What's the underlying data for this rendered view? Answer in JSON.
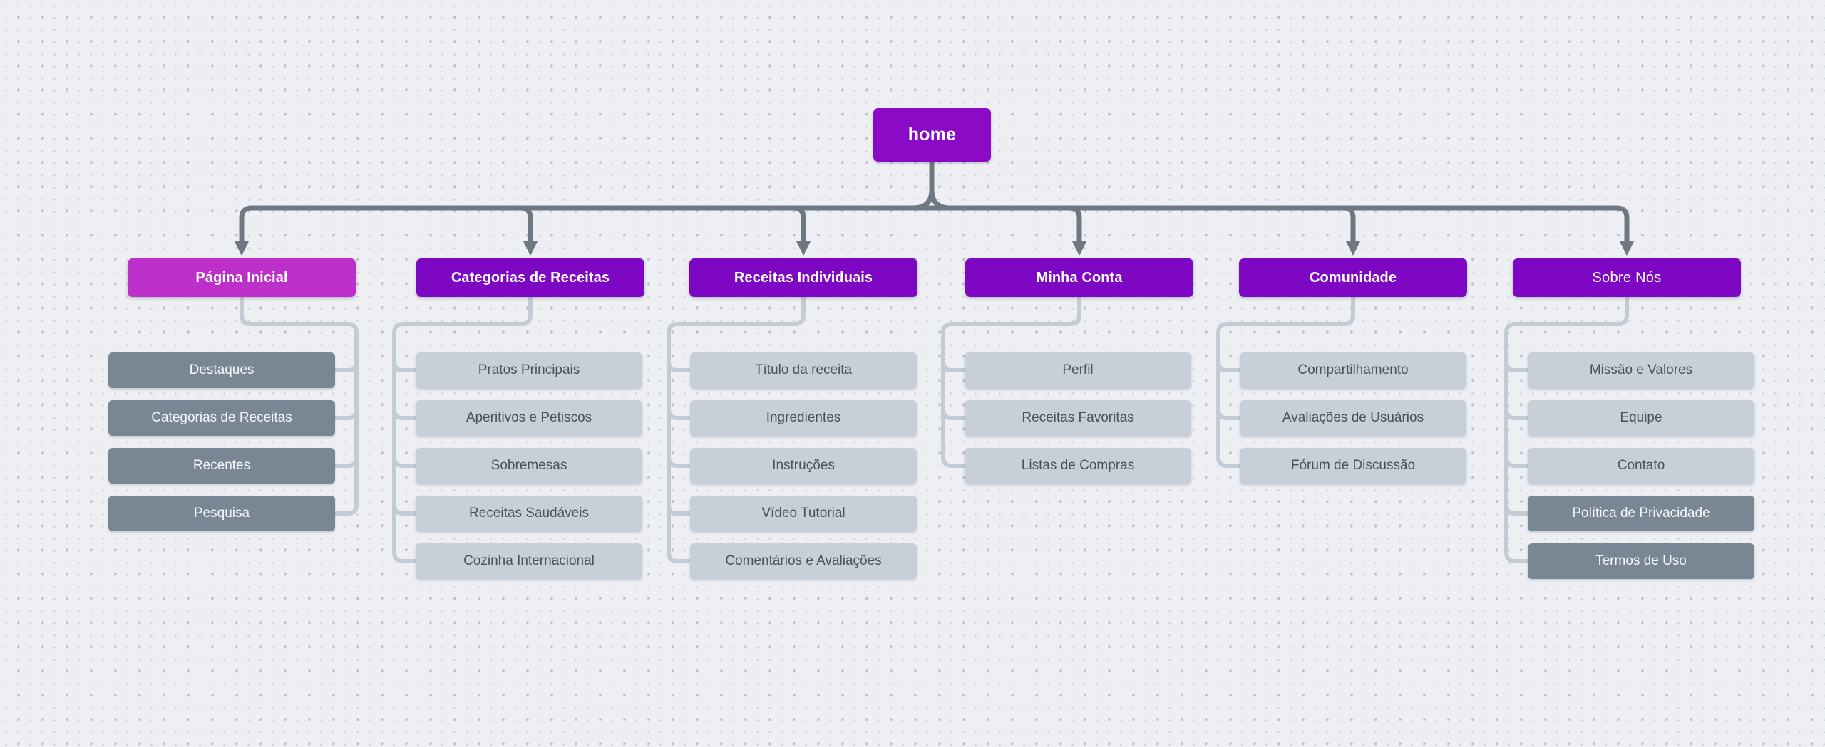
{
  "diagram": {
    "background": {
      "color": "#edeff2",
      "dot_color_small": "#ccd2da",
      "dot_color_large": "#bac2cd"
    },
    "colors": {
      "root_fill": "#8a0ac6",
      "header_fill": "#7d07c3",
      "highlight_header_fill": "#bd2fc9",
      "dark_item_fill": "#798795",
      "light_item_fill": "#c7cfd8",
      "item_text": "#46535f",
      "node_text": "#ffffff",
      "connector_dark": "#6e7883",
      "connector_light": "#c3ccd5"
    },
    "root": {
      "label": "home"
    },
    "branches": [
      {
        "label": "Página Inicial",
        "header_style": "magenta",
        "emphasis": "bold",
        "children": [
          {
            "label": "Destaques",
            "style": "dark"
          },
          {
            "label": "Categorias de Receitas",
            "style": "dark"
          },
          {
            "label": "Recentes",
            "style": "dark"
          },
          {
            "label": "Pesquisa",
            "style": "dark"
          }
        ]
      },
      {
        "label": "Categorias de Receitas",
        "header_style": "purple",
        "emphasis": "bold",
        "children": [
          {
            "label": "Pratos Principais",
            "style": "light"
          },
          {
            "label": "Aperitivos e Petiscos",
            "style": "light"
          },
          {
            "label": "Sobremesas",
            "style": "light"
          },
          {
            "label": "Receitas Saudáveis",
            "style": "light"
          },
          {
            "label": "Cozinha Internacional",
            "style": "light"
          }
        ]
      },
      {
        "label": "Receitas Individuais",
        "header_style": "purple",
        "emphasis": "bold",
        "children": [
          {
            "label": "Título da receita",
            "style": "light"
          },
          {
            "label": "Ingredientes",
            "style": "light"
          },
          {
            "label": "Instruções",
            "style": "light"
          },
          {
            "label": "Vídeo Tutorial",
            "style": "light"
          },
          {
            "label": "Comentários e Avaliações",
            "style": "light"
          }
        ]
      },
      {
        "label": "Minha Conta",
        "header_style": "purple",
        "emphasis": "bold",
        "children": [
          {
            "label": "Perfil",
            "style": "light"
          },
          {
            "label": "Receitas Favoritas",
            "style": "light"
          },
          {
            "label": "Listas de Compras",
            "style": "light"
          }
        ]
      },
      {
        "label": "Comunidade",
        "header_style": "purple",
        "emphasis": "bold",
        "children": [
          {
            "label": "Compartilhamento",
            "style": "light"
          },
          {
            "label": "Avaliações de Usuários",
            "style": "light"
          },
          {
            "label": "Fórum de Discussão",
            "style": "light"
          }
        ]
      },
      {
        "label": "Sobre Nós",
        "header_style": "purple",
        "emphasis": "regular",
        "children": [
          {
            "label": "Missão e Valores",
            "style": "light"
          },
          {
            "label": "Equipe",
            "style": "light"
          },
          {
            "label": "Contato",
            "style": "light"
          },
          {
            "label": "Política de Privacidade",
            "style": "dark"
          },
          {
            "label": "Termos de Uso",
            "style": "dark"
          }
        ]
      }
    ]
  }
}
